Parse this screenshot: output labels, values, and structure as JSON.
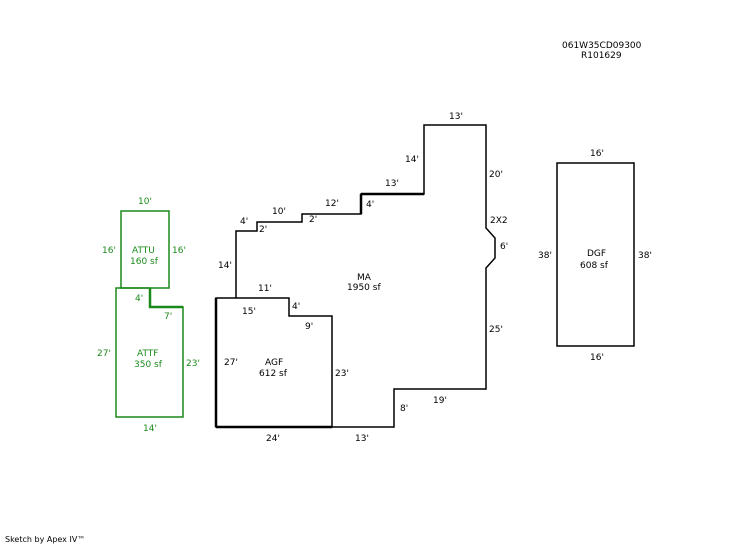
{
  "header": {
    "line1": "061W35CD09300",
    "line2": "R101629"
  },
  "footer": {
    "credit": "Sketch by Apex IV™"
  },
  "colors": {
    "black_line": "#000000",
    "green_line": "#1a8a1a"
  },
  "areas": {
    "ma": {
      "name": "MA",
      "area": "1950 sf"
    },
    "agf": {
      "name": "AGF",
      "area": "612 sf"
    },
    "dgf": {
      "name": "DGF",
      "area": "608 sf"
    },
    "attu": {
      "name": "ATTU",
      "area": "160 sf"
    },
    "attf": {
      "name": "ATTF",
      "area": "350 sf"
    }
  },
  "dimensions": {
    "ma_top": "13'",
    "ma_step_14": "14'",
    "ma_step_13": "13'",
    "ma_step_4a": "4'",
    "ma_step_12": "12'",
    "ma_step_2a": "2'",
    "ma_step_10": "10'",
    "ma_step_2b": "2'",
    "ma_step_4b": "4'",
    "ma_left_14": "14'",
    "ma_right_20": "20'",
    "ma_notch": "2X2",
    "ma_right_6": "6'",
    "ma_right_25": "25'",
    "ma_bottom_19": "19'",
    "ma_bottom_8": "8'",
    "ma_bottom_13": "13'",
    "agf_top_11": "11'",
    "agf_top_4": "4'",
    "agf_inner_15": "15'",
    "agf_inner_9": "9'",
    "agf_left_27": "27'",
    "agf_right_23": "23'",
    "agf_bottom_24": "24'",
    "dgf_top": "16'",
    "dgf_bottom": "16'",
    "dgf_left": "38'",
    "dgf_right": "38'",
    "attu_top": "10'",
    "attu_left": "16'",
    "attu_right": "16'",
    "attf_4": "4'",
    "attf_7": "7'",
    "attf_left": "27'",
    "attf_right": "23'",
    "attf_bottom": "14'"
  }
}
